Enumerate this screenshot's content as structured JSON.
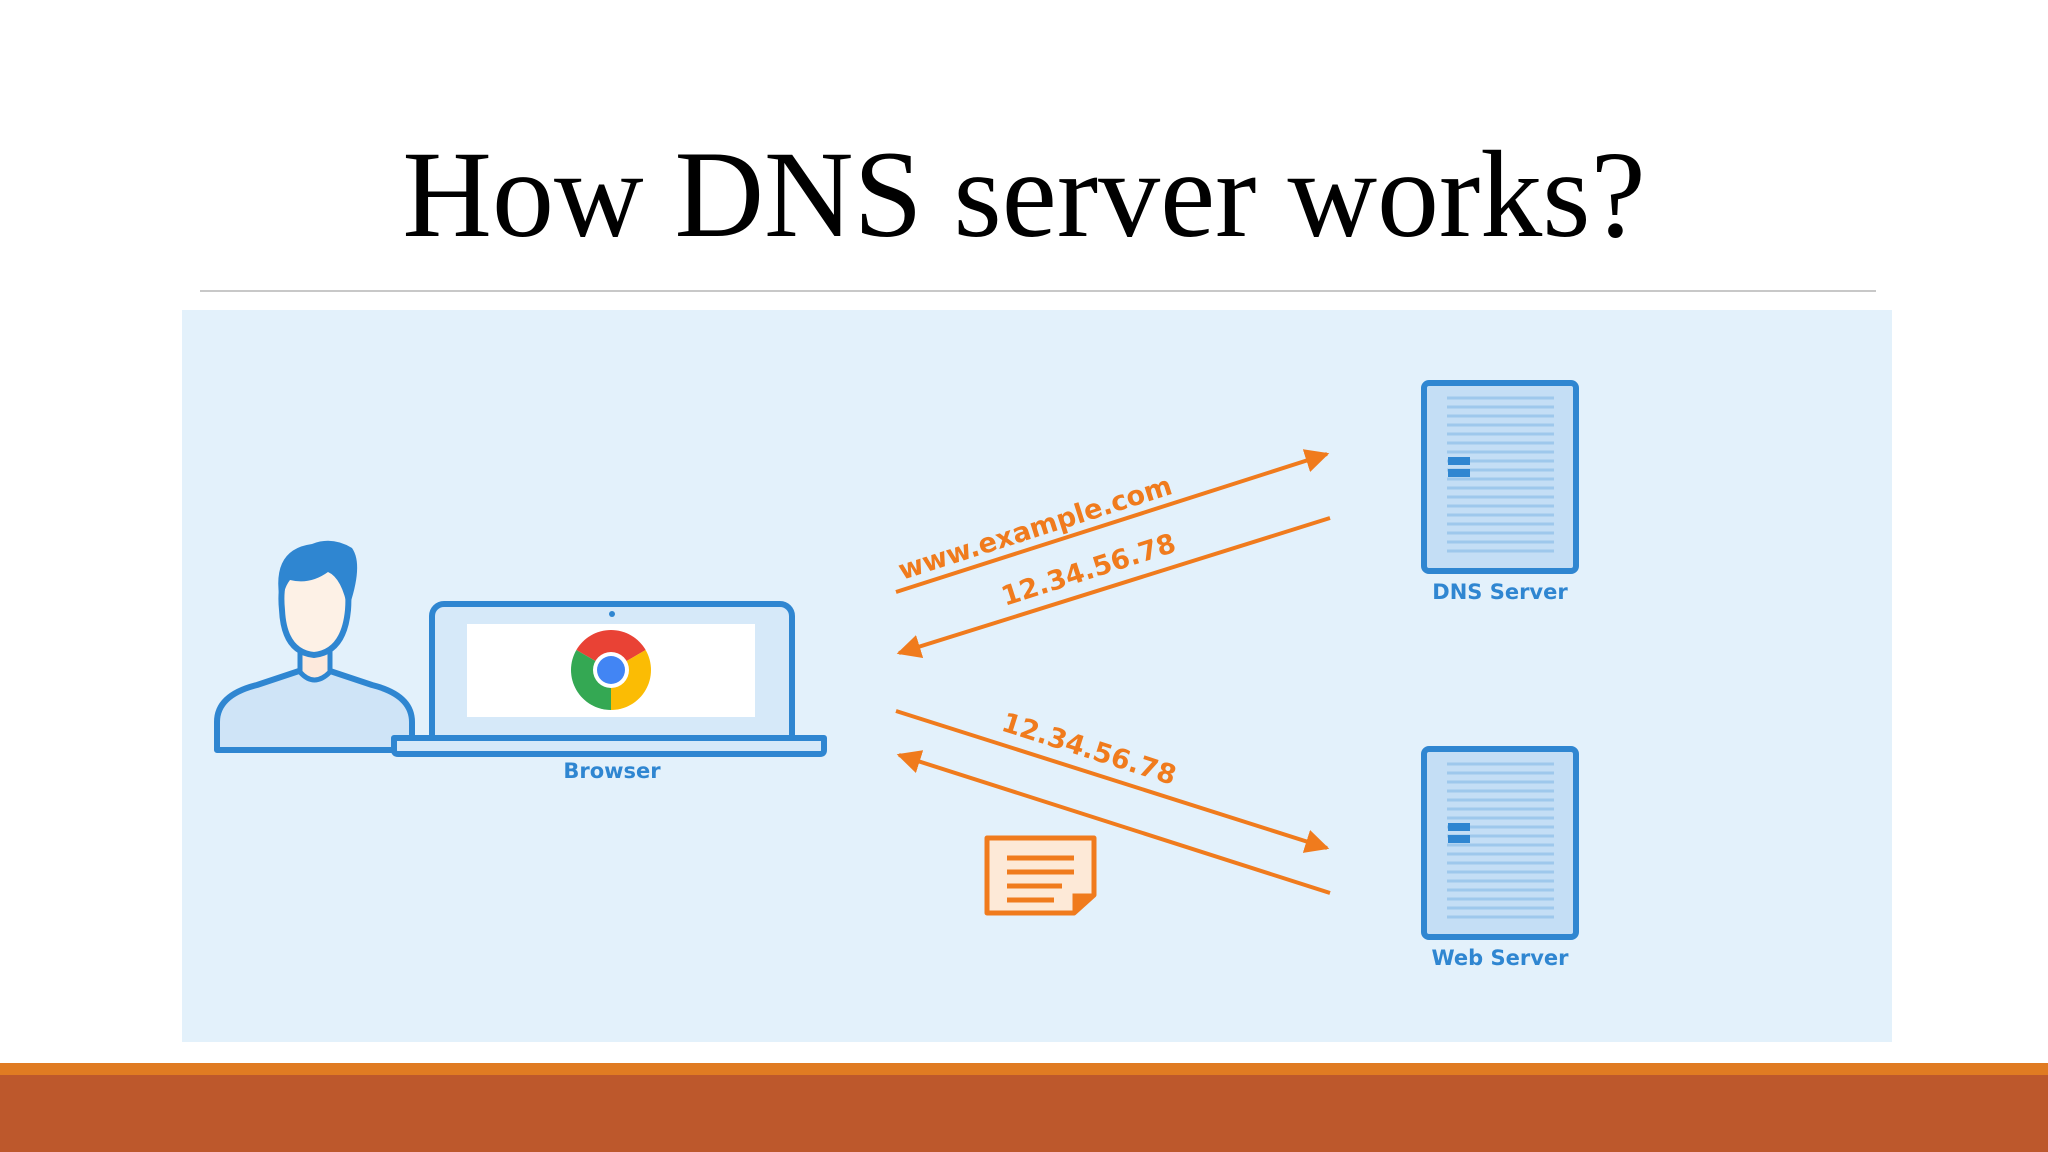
{
  "slide": {
    "title": "How DNS server works?"
  },
  "diagram": {
    "browser_label": "Browser",
    "dns_server_label": "DNS Server",
    "web_server_label": "Web Server",
    "request_domain": "www.example.com",
    "dns_response_ip": "12.34.56.78",
    "web_request_ip": "12.34.56.78"
  },
  "colors": {
    "accent_orange": "#f07b1d",
    "icon_blue": "#2f86d1",
    "panel_background": "#e3f1fb",
    "footer_band": "#bd582c",
    "footer_thin": "#e07b22"
  },
  "icons": [
    "user-icon",
    "laptop-icon",
    "chrome-icon",
    "dns-server-icon",
    "web-server-icon",
    "document-icon"
  ]
}
